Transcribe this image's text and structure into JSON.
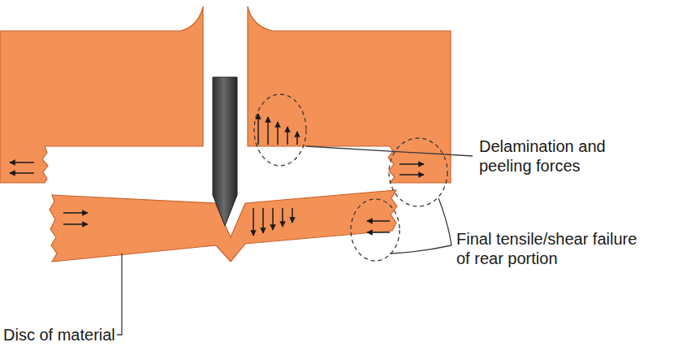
{
  "diagram": {
    "labels": [
      "Delamination and peeling forces",
      "Final tensile/shear failure of rear portion",
      "Disc of material"
    ]
  }
}
